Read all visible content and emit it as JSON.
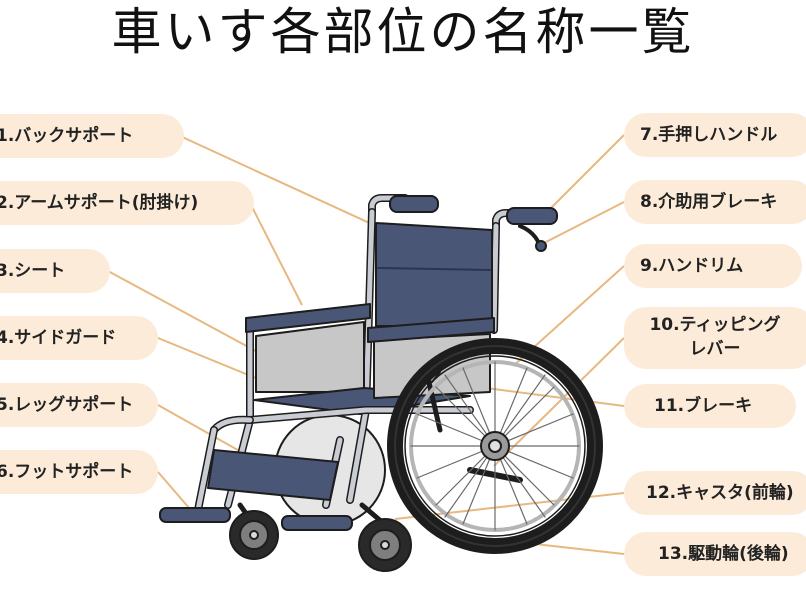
{
  "title": "車いす各部位の名称一覧",
  "labels": {
    "l1": "1.バックサポート",
    "l2": "2.アームサポート(肘掛け)",
    "l3": "3.シート",
    "l4": "4.サイドガード",
    "l5": "5.レッグサポート",
    "l6": "6.フットサポート",
    "l7": "7.手押しハンドル",
    "l8": "8.介助用ブレーキ",
    "l9": "9.ハンドリム",
    "l10a": "10.ティッピング",
    "l10b": "レバー",
    "l11": "11.ブレーキ",
    "l12": "12.キャスタ(前輪)",
    "l13": "13.駆動輪(後輪)"
  },
  "colors": {
    "leader": "#e7b880",
    "pill": "#fcebd9",
    "seat": "#4a5675",
    "frame": "#c9ccd3",
    "outline": "#1d1d1d",
    "guard": "#c7c7c7"
  }
}
